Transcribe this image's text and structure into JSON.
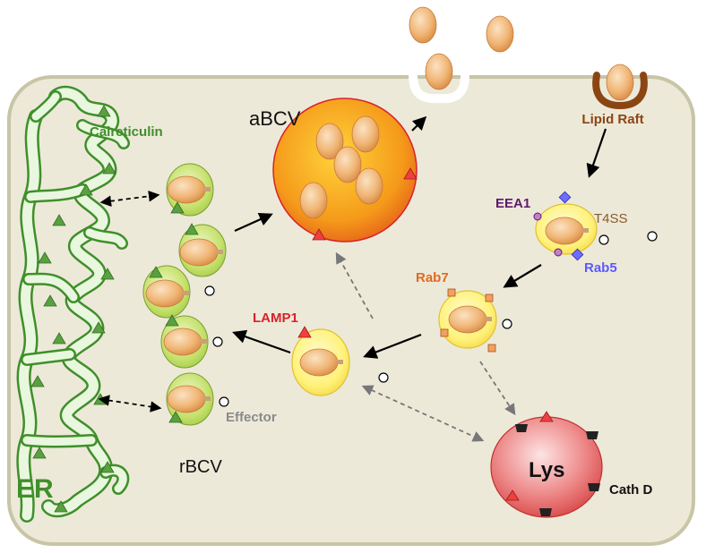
{
  "labels": {
    "calreticulin": "Calreticulin",
    "abcv": "aBCV",
    "lipid_raft": "Lipid Raft",
    "eea1": "EEA1",
    "t4ss": "T4SS",
    "rab5": "Rab5",
    "rab7": "Rab7",
    "lamp1": "LAMP1",
    "effector": "Effector",
    "rbcv": "rBCV",
    "er": "ER",
    "lys": "Lys",
    "cath_d": "Cath D"
  },
  "colors": {
    "cell_fill": "#ede9d9",
    "cell_border": "#c8c4a6",
    "er_green": "#3f8f2a",
    "er_fill": "#e9f7df",
    "bacterium": "#f0b676",
    "rbcv_green": "#c4e06a",
    "vacuole_yellow": "#fff27a",
    "lipid_raft": "#8b4513",
    "eea1_purple": "#5e1a6e",
    "rab5_blue": "#5a5aff",
    "rab7_orange": "#e06a20",
    "lamp1_red": "#d9222a",
    "lysosome_red": "#d94a4a",
    "effector_grey": "#8a8a8a"
  }
}
